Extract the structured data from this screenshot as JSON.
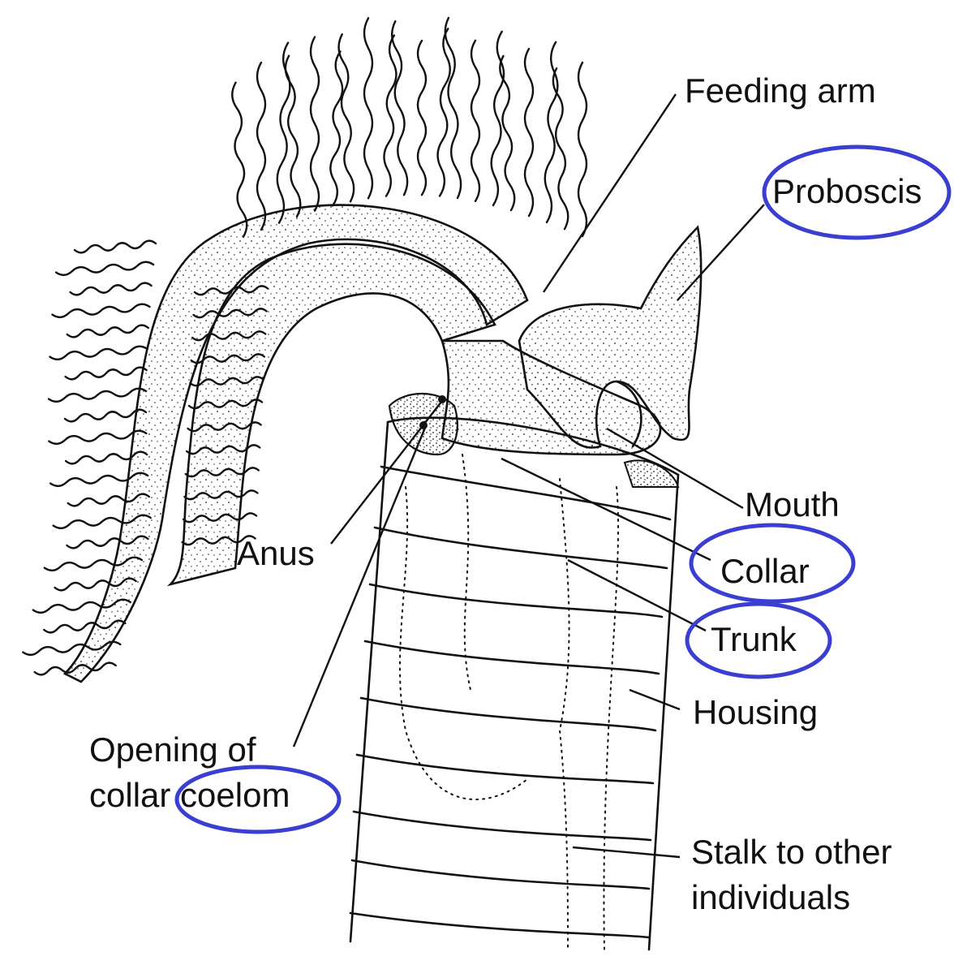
{
  "labels": {
    "feeding_arm": "Feeding arm",
    "proboscis": "Proboscis",
    "mouth": "Mouth",
    "collar": "Collar",
    "trunk": "Trunk",
    "housing": "Housing",
    "anus": "Anus",
    "opening_line1": "Opening of",
    "opening_line2": "collar coelom",
    "stalk_line1": "Stalk to other",
    "stalk_line2": "individuals"
  },
  "colors": {
    "highlight_ring": "#3a3fd1",
    "ink": "#111111"
  },
  "highlighted_labels": [
    "Proboscis",
    "Collar",
    "Trunk",
    "coelom"
  ]
}
